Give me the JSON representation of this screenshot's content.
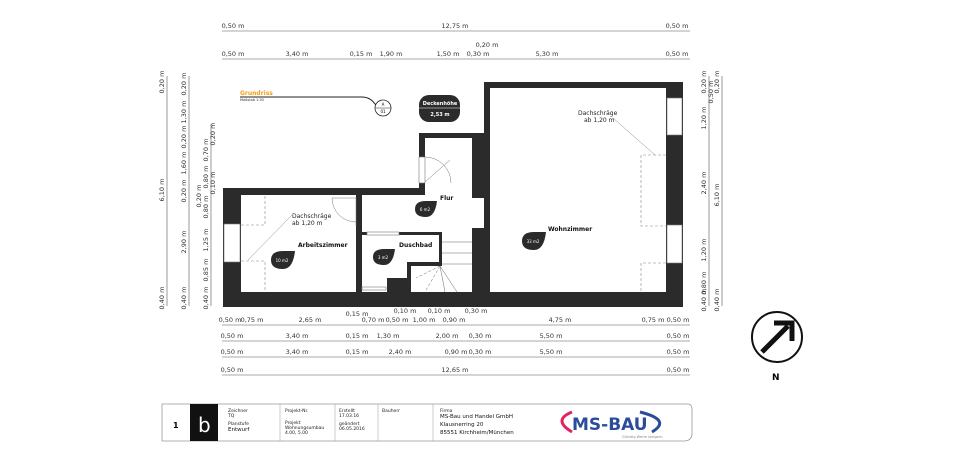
{
  "plan": {
    "title": "Grundriss",
    "scale": "Maßstab 1:50",
    "section_marker": {
      "letter": "A",
      "number": "01"
    },
    "ceiling": {
      "label": "Deckenhöhe",
      "value": "2,53 m"
    },
    "accent_color": "#f39c12",
    "rooms": [
      {
        "name": "Arbeitszimmer",
        "area": "10 m2"
      },
      {
        "name": "Flur",
        "area": "6 m2"
      },
      {
        "name": "Duschbad",
        "area": "3 m2"
      },
      {
        "name": "Wohnzimmer",
        "area": "33 m2"
      }
    ],
    "slope_notes": [
      {
        "line1": "Dachschräge",
        "line2": "ab 1,20 m"
      },
      {
        "line1": "Dachschräge",
        "line2": "ab 1,20 m"
      }
    ],
    "compass_label": "N"
  },
  "dims": {
    "top1": [
      "0,50 m",
      "12,75 m",
      "0,50 m"
    ],
    "top2": [
      "0,50 m",
      "3,40 m",
      "0,15 m",
      "1,90 m",
      "1,50 m",
      "0,30 m",
      "0,20 m",
      "5,30 m",
      "0,50 m"
    ],
    "bot1": [
      "0,50 m",
      "0,75 m",
      "2,65 m",
      "0,15 m",
      "0,70 m",
      "0,50 m",
      "0,10 m",
      "1,00 m",
      "0,10 m",
      "0,90 m",
      "0,30 m",
      "4,75 m",
      "0,75 m",
      "0,50 m"
    ],
    "bot2": [
      "0,50 m",
      "3,40 m",
      "0,15 m",
      "1,30 m",
      "2,00 m",
      "0,30 m",
      "5,50 m",
      "0,50 m"
    ],
    "bot3": [
      "0,50 m",
      "3,40 m",
      "0,15 m",
      "2,40 m",
      "0,90 m",
      "0,30 m",
      "5,50 m",
      "0,50 m"
    ],
    "bot4": [
      "0,50 m",
      "12,65 m",
      "0,50 m"
    ],
    "left1": [
      "0,20 m",
      "6,10 m",
      "0,40 m"
    ],
    "left2": [
      "0,20 m",
      "1,30 m",
      "0,20 m",
      "1,60 m",
      "0,20 m",
      "2,90 m",
      "0,40 m"
    ],
    "left3": [
      "0,20 m",
      "0,70 m",
      "0,80 m",
      "0,10 m",
      "0,20 m",
      "0,80 m",
      "1,25 m",
      "0,85 m",
      "0,40 m"
    ],
    "right1": [
      "0,20 m",
      "0,50 m",
      "1,20 m",
      "2,40 m",
      "1,20 m",
      "0,80 m",
      "0,40 m"
    ],
    "right2": [
      "0,20 m",
      "6,10 m",
      "0,40 m"
    ]
  },
  "title_block": {
    "sheet_number": "1",
    "revision": "b",
    "drawer_label": "Zeichner",
    "drawer": "TQ",
    "stage_label": "Planstufe",
    "stage": "Entwurf",
    "project_no_label": "Projekt-Nr.",
    "project_label": "Projekt",
    "project": "Wohnungsumbau",
    "project_detail": "4.00, 5.00",
    "created_label": "Erstellt",
    "created": "17.03.16",
    "changed_label": "geändert",
    "changed": "06.05.2016",
    "client_label": "Bauherr",
    "company_label": "Firma",
    "company": "MS-Bau und Handel GmbH",
    "street": "Klausnerring 20",
    "city": "85551 Kirchheim/München",
    "logo_text": "MS-BAU",
    "logo_slogan": "Günstig Werte steigern.",
    "logo_red": "#e0245e",
    "logo_blue": "#2b4c9b"
  }
}
